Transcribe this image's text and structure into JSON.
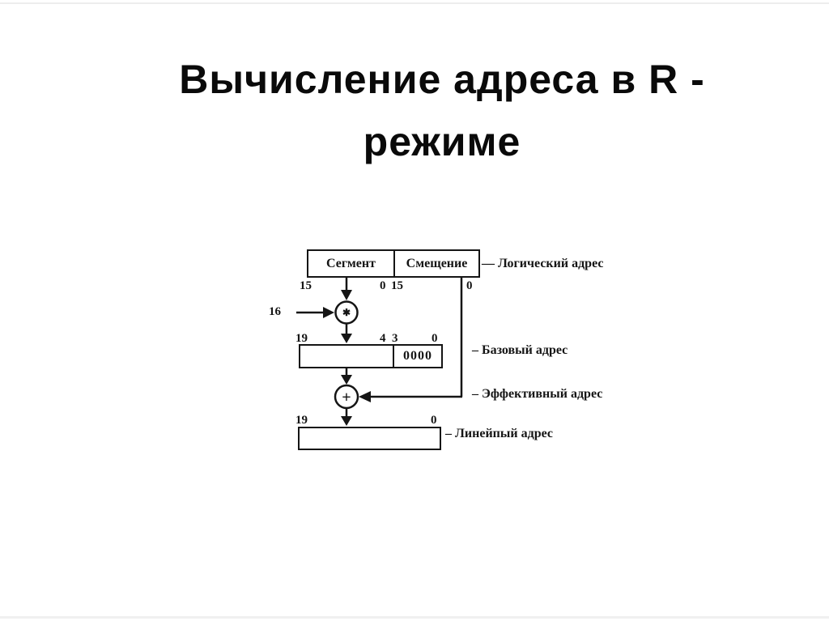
{
  "title": {
    "line1": "Вычисление адреса в R -",
    "line2": "режиме"
  },
  "diagram": {
    "logical": {
      "segment": "Сегмент",
      "offset": "Смещение",
      "annotation": "— Логический адрес",
      "bits": {
        "seg_high": "15",
        "seg_low": "0",
        "off_high": "15",
        "off_low": "0"
      }
    },
    "multiplier": {
      "operand": "16",
      "operator": "✱"
    },
    "base": {
      "annotation": "– Базовый адрес",
      "zeros": "0000",
      "bits": {
        "high": "19",
        "mid_left": "4",
        "mid_right": "3",
        "low": "0"
      }
    },
    "adder": {
      "operator": "+",
      "annotation": "– Эффективный адрес"
    },
    "linear": {
      "annotation": "– Линейпый адрес",
      "bits": {
        "high": "19",
        "low": "0"
      }
    }
  }
}
